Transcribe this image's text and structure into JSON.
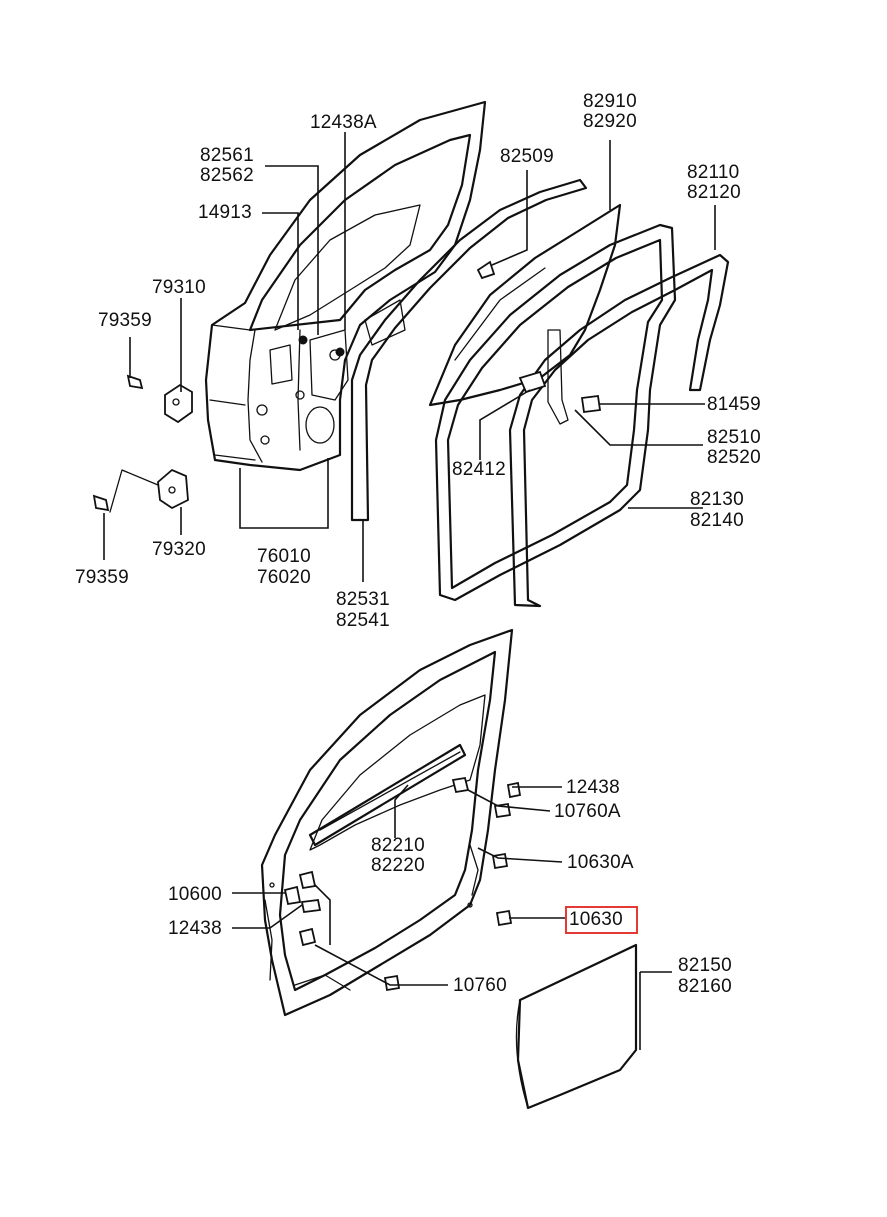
{
  "highlight_color": "#e53935",
  "labels": {
    "p12438A": "12438A",
    "p82561": "82561",
    "p82562": "82562",
    "p14913": "14913",
    "p79310": "79310",
    "p79359_top": "79359",
    "p79359_bottom": "79359",
    "p79320": "79320",
    "p76010": "76010",
    "p76020": "76020",
    "p82531": "82531",
    "p82541": "82541",
    "p82509": "82509",
    "p82910": "82910",
    "p82920": "82920",
    "p82110": "82110",
    "p82120": "82120",
    "p81459": "81459",
    "p82510": "82510",
    "p82520": "82520",
    "p82412": "82412",
    "p82130": "82130",
    "p82140": "82140",
    "p12438_right": "12438",
    "p10760A": "10760A",
    "p10630A": "10630A",
    "p10630": "10630",
    "p82210": "82210",
    "p82220": "82220",
    "p10600": "10600",
    "p12438_left": "12438",
    "p10760": "10760",
    "p82150": "82150",
    "p82160": "82160"
  }
}
